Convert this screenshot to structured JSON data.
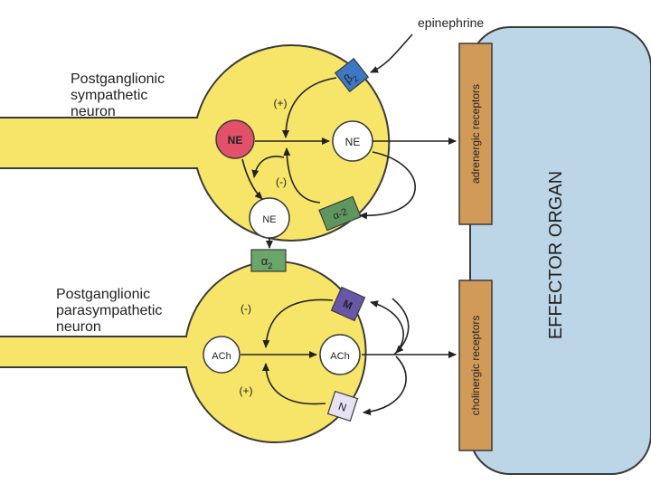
{
  "labels": {
    "symp_neuron": [
      "Postganglionic",
      "sympathetic",
      "neuron"
    ],
    "para_neuron": [
      "Postganglionic",
      "parasympathetic",
      "neuron"
    ],
    "epinephrine": "epinephrine",
    "effector_organ": "EFFECTOR ORGAN",
    "adrenergic": "adrenergic receptors",
    "cholinergic": "cholinergic receptors",
    "ne_vesicle": "NE",
    "ne_released": "NE",
    "ne_terminal": "NE",
    "ach_vesicle": "ACh",
    "ach_released": "ACh",
    "beta2": "β",
    "beta2_sub": "2",
    "alpha2_symp": "α-2",
    "alpha2_para": "α",
    "alpha2_para_sub": "2",
    "m_receptor": "M",
    "n_receptor": "N",
    "plus_symp": "(+)",
    "minus_symp": "(-)",
    "minus_para": "(-)",
    "plus_para": "(+)"
  },
  "colors": {
    "neuron_fill": "#f7e56a",
    "neuron_stroke": "#3a3a3a",
    "effector_fill": "#bcd6e8",
    "receptor_bar": "#d19a58",
    "ne_vesicle": "#e2506a",
    "beta2": "#3c78c4",
    "alpha2_symp": "#5f9660",
    "alpha2_para": "#6aa56a",
    "m_receptor": "#6a56a8",
    "n_receptor": "#e6e2f2"
  }
}
